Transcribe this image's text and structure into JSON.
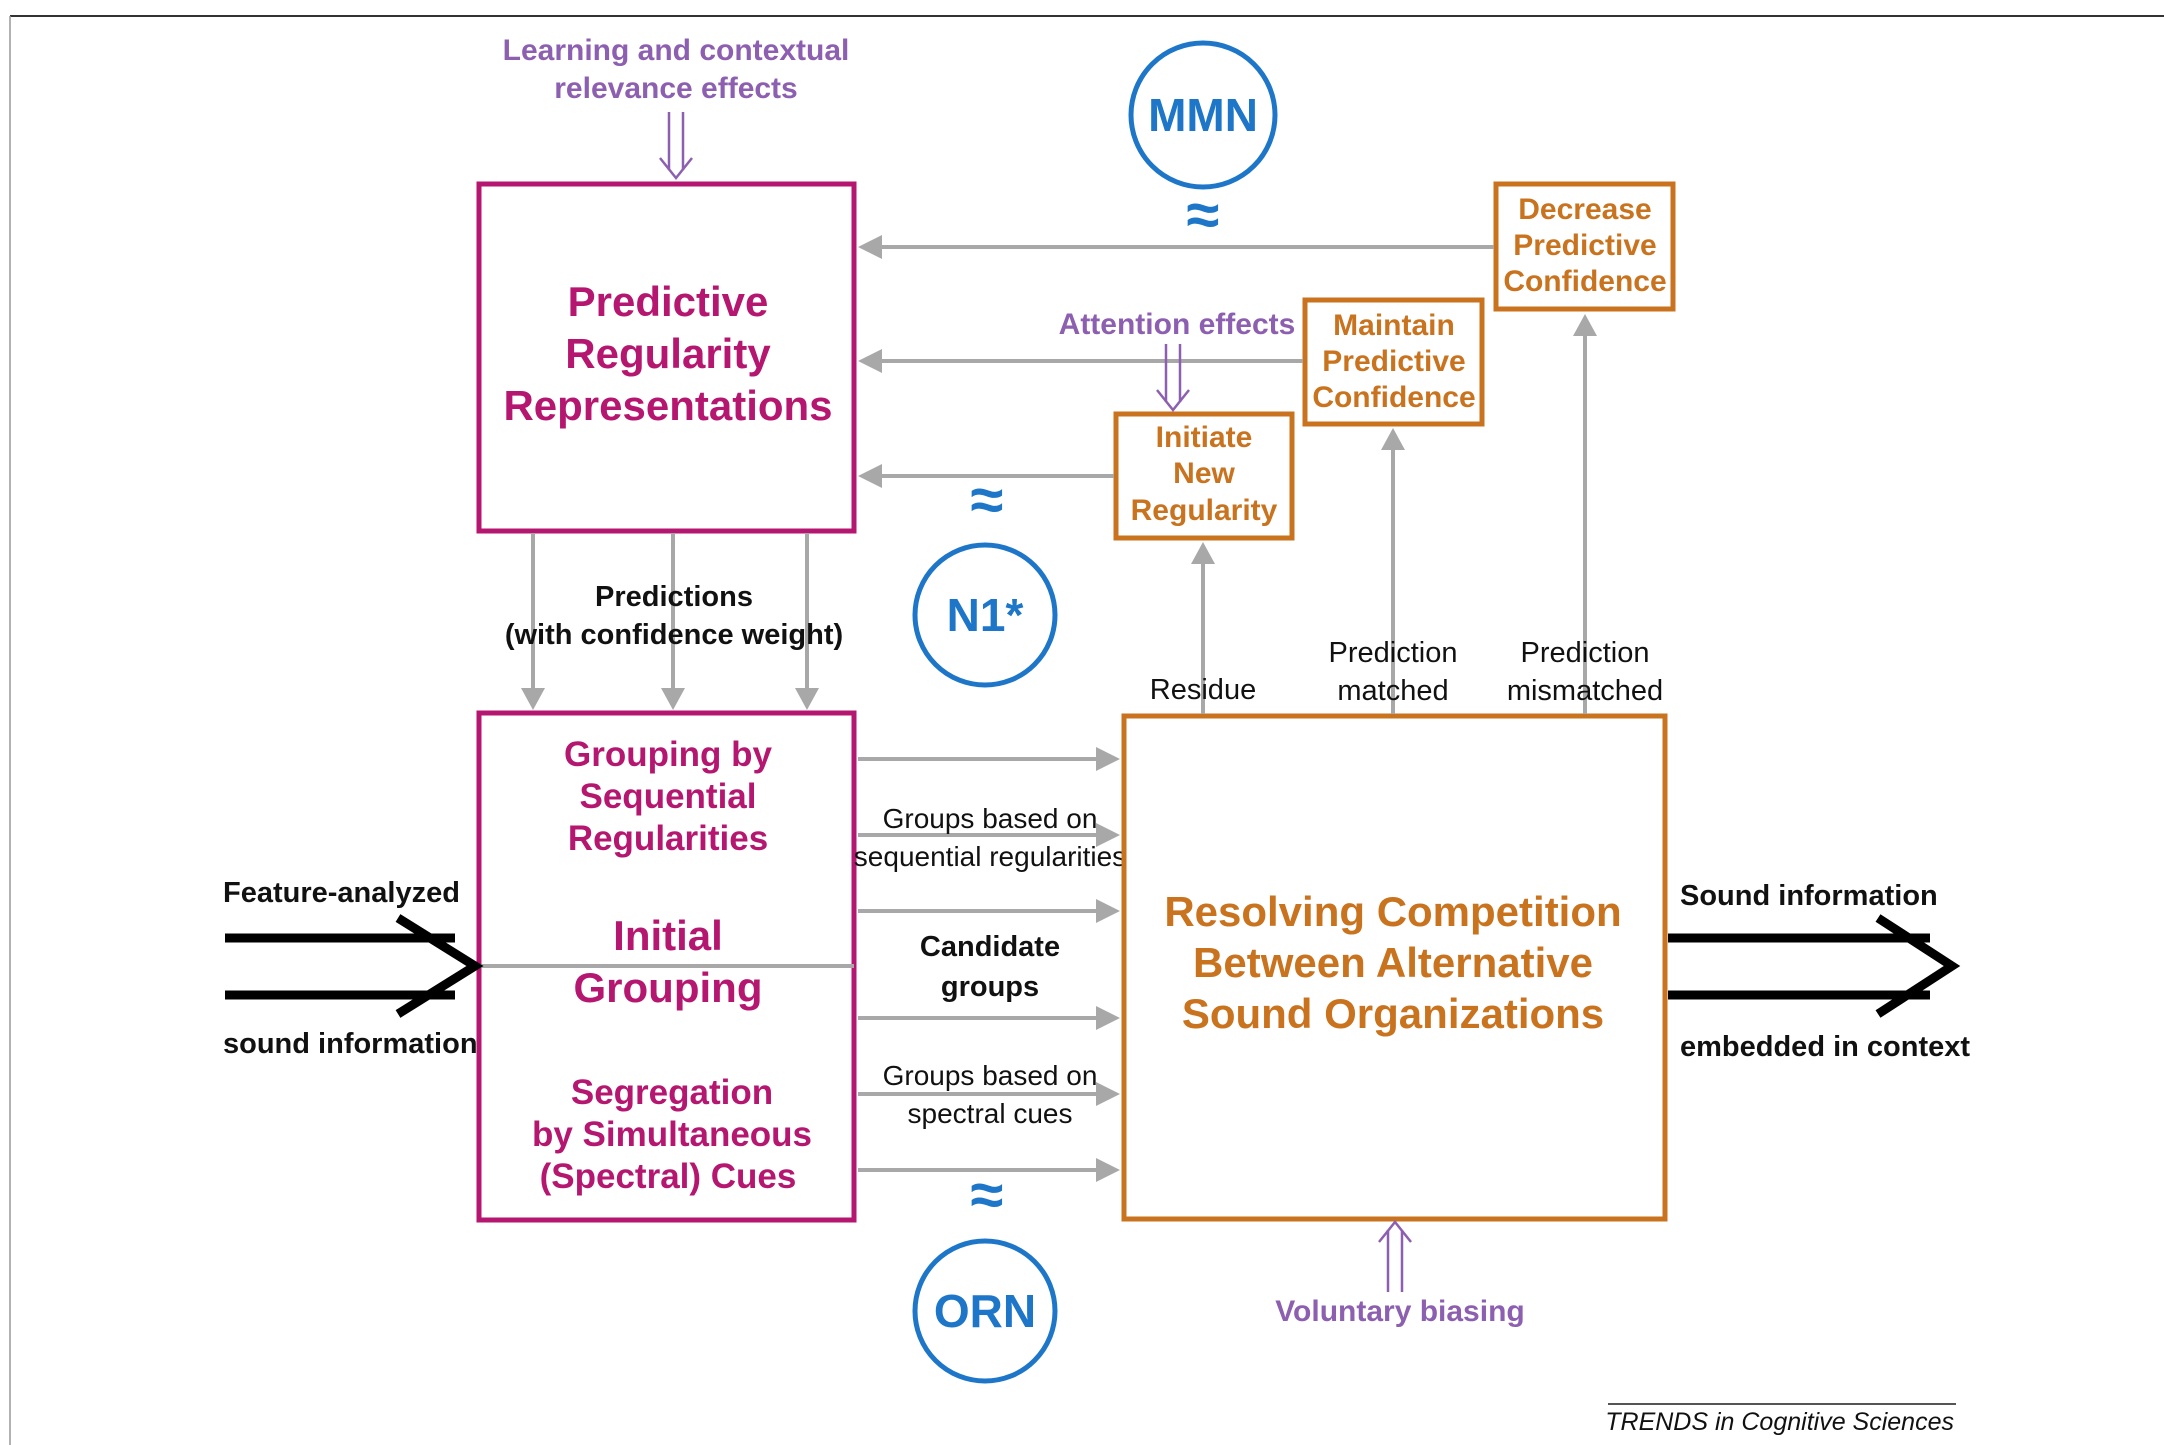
{
  "modulators": {
    "learning": [
      "Learning and contextual",
      "relevance effects"
    ],
    "attention": "Attention effects",
    "voluntary": "Voluntary biasing"
  },
  "boxes": {
    "predictive": [
      "Predictive",
      "Regularity",
      "Representations"
    ],
    "grouping_sequential": [
      "Grouping by",
      "Sequential",
      "Regularities"
    ],
    "initial_grouping": [
      "Initial",
      "Grouping"
    ],
    "segregation": [
      "Segregation",
      "by Simultaneous",
      "(Spectral) Cues"
    ],
    "resolving": [
      "Resolving Competition",
      "Between Alternative",
      "Sound Organizations"
    ],
    "initiate": [
      "Initiate",
      "New",
      "Regularity"
    ],
    "maintain": [
      "Maintain",
      "Predictive",
      "Confidence"
    ],
    "decrease": [
      "Decrease",
      "Predictive",
      "Confidence"
    ]
  },
  "labels": {
    "predictions": [
      "Predictions",
      "(with confidence weight)"
    ],
    "groups_sequential": [
      "Groups based on",
      "sequential regularities"
    ],
    "candidate": [
      "Candidate",
      "groups"
    ],
    "groups_spectral": [
      "Groups based on",
      "spectral cues"
    ],
    "residue": "Residue",
    "prediction_matched": [
      "Prediction",
      "matched"
    ],
    "prediction_mismatched": [
      "Prediction",
      "mismatched"
    ],
    "input_top": "Feature-analyzed",
    "input_bottom": "sound information",
    "output_top": "Sound information",
    "output_bottom": "embedded in context"
  },
  "erp": {
    "mmn": "MMN",
    "n1": "N1*",
    "orn": "ORN",
    "approx": "≈"
  },
  "footer": "TRENDS in Cognitive Sciences",
  "colors": {
    "magenta": "#b5166f",
    "orange": "#c9731f",
    "purple": "#8d5fb0",
    "blue": "#1d76c8",
    "gray": "#a8a8a8"
  }
}
